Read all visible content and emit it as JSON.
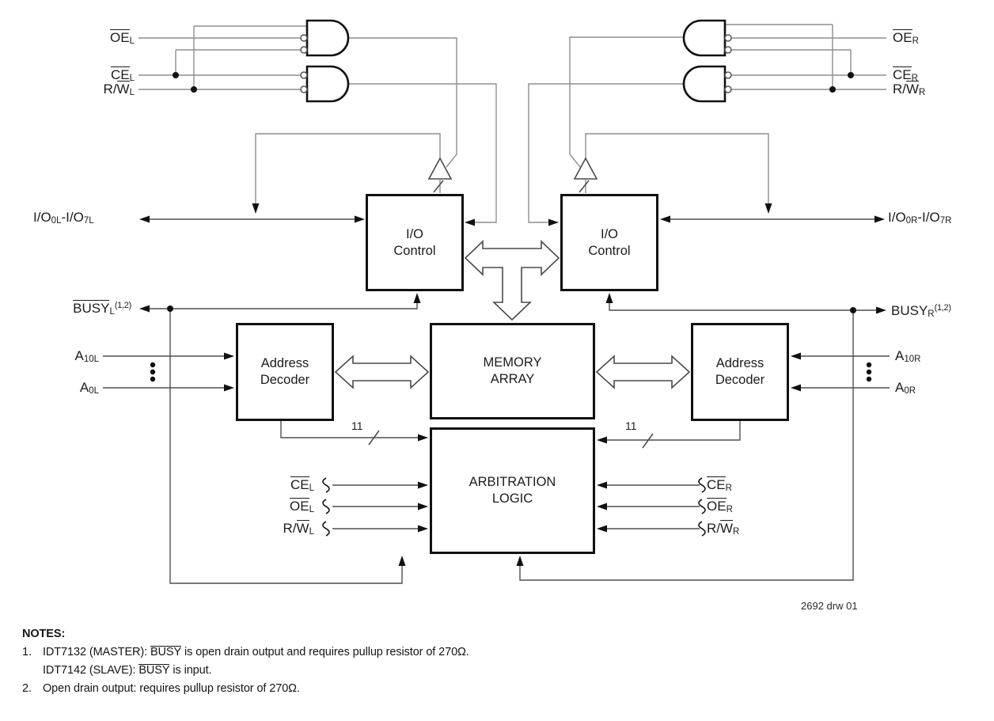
{
  "signals": {
    "left": {
      "oe": {
        "pre": "",
        "ov": "OE",
        "sub": "L",
        "sup": ""
      },
      "ce": {
        "pre": "",
        "ov": "CE",
        "sub": "L",
        "sup": ""
      },
      "rw": {
        "pre": "R/",
        "ov": "W",
        "sub": "L",
        "sup": ""
      },
      "io": {
        "p1": "I/O",
        "s1": "0L",
        "p2": "-I/O",
        "s2": "7L"
      },
      "busy": {
        "pre": "",
        "ov": "BUSY",
        "sub": "L",
        "sup": "(1,2)"
      },
      "a_high": {
        "pre": "A",
        "ov": "",
        "sub": "10L",
        "sup": ""
      },
      "a_low": {
        "pre": "A",
        "ov": "",
        "sub": "0L",
        "sup": ""
      }
    },
    "right": {
      "oe": {
        "pre": "",
        "ov": "OE",
        "sub": "R",
        "sup": ""
      },
      "ce": {
        "pre": "",
        "ov": "CE",
        "sub": "R",
        "sup": ""
      },
      "rw": {
        "pre": "R/",
        "ov": "W",
        "sub": "R",
        "sup": ""
      },
      "io": {
        "p1": "I/O",
        "s1": "0R",
        "p2": "-I/O",
        "s2": "7R"
      },
      "busy": {
        "pre": "BUSY",
        "ov": "",
        "sub": "R",
        "sup": "(1,2)"
      },
      "a_high": {
        "pre": "A",
        "ov": "",
        "sub": "10R",
        "sup": ""
      },
      "a_low": {
        "pre": "A",
        "ov": "",
        "sub": "0R",
        "sup": ""
      }
    }
  },
  "blocks": {
    "io_control": {
      "line1": "I/O",
      "line2": "Control"
    },
    "address_decoder": {
      "line1": "Address",
      "line2": "Decoder"
    },
    "memory_array": {
      "line1": "MEMORY",
      "line2": "ARRAY"
    },
    "arbitration_logic": {
      "line1": "ARBITRATION",
      "line2": "LOGIC"
    }
  },
  "buses": {
    "address_width_left": "11",
    "address_width_right": "11"
  },
  "drawing_number": "2692 drw 01",
  "notes": {
    "title": "NOTES:",
    "items": [
      {
        "num": "1.",
        "pre": "IDT7132 (MASTER): ",
        "ov": "BUSY",
        "post": " is open drain output and requires pullup resistor of 270Ω."
      },
      {
        "num": "",
        "pre": "IDT7142 (SLAVE): ",
        "ov": "BUSY",
        "post": " is input."
      },
      {
        "num": "2.",
        "pre": "Open drain output: requires pullup resistor of 270Ω.",
        "ov": "",
        "post": ""
      }
    ]
  }
}
